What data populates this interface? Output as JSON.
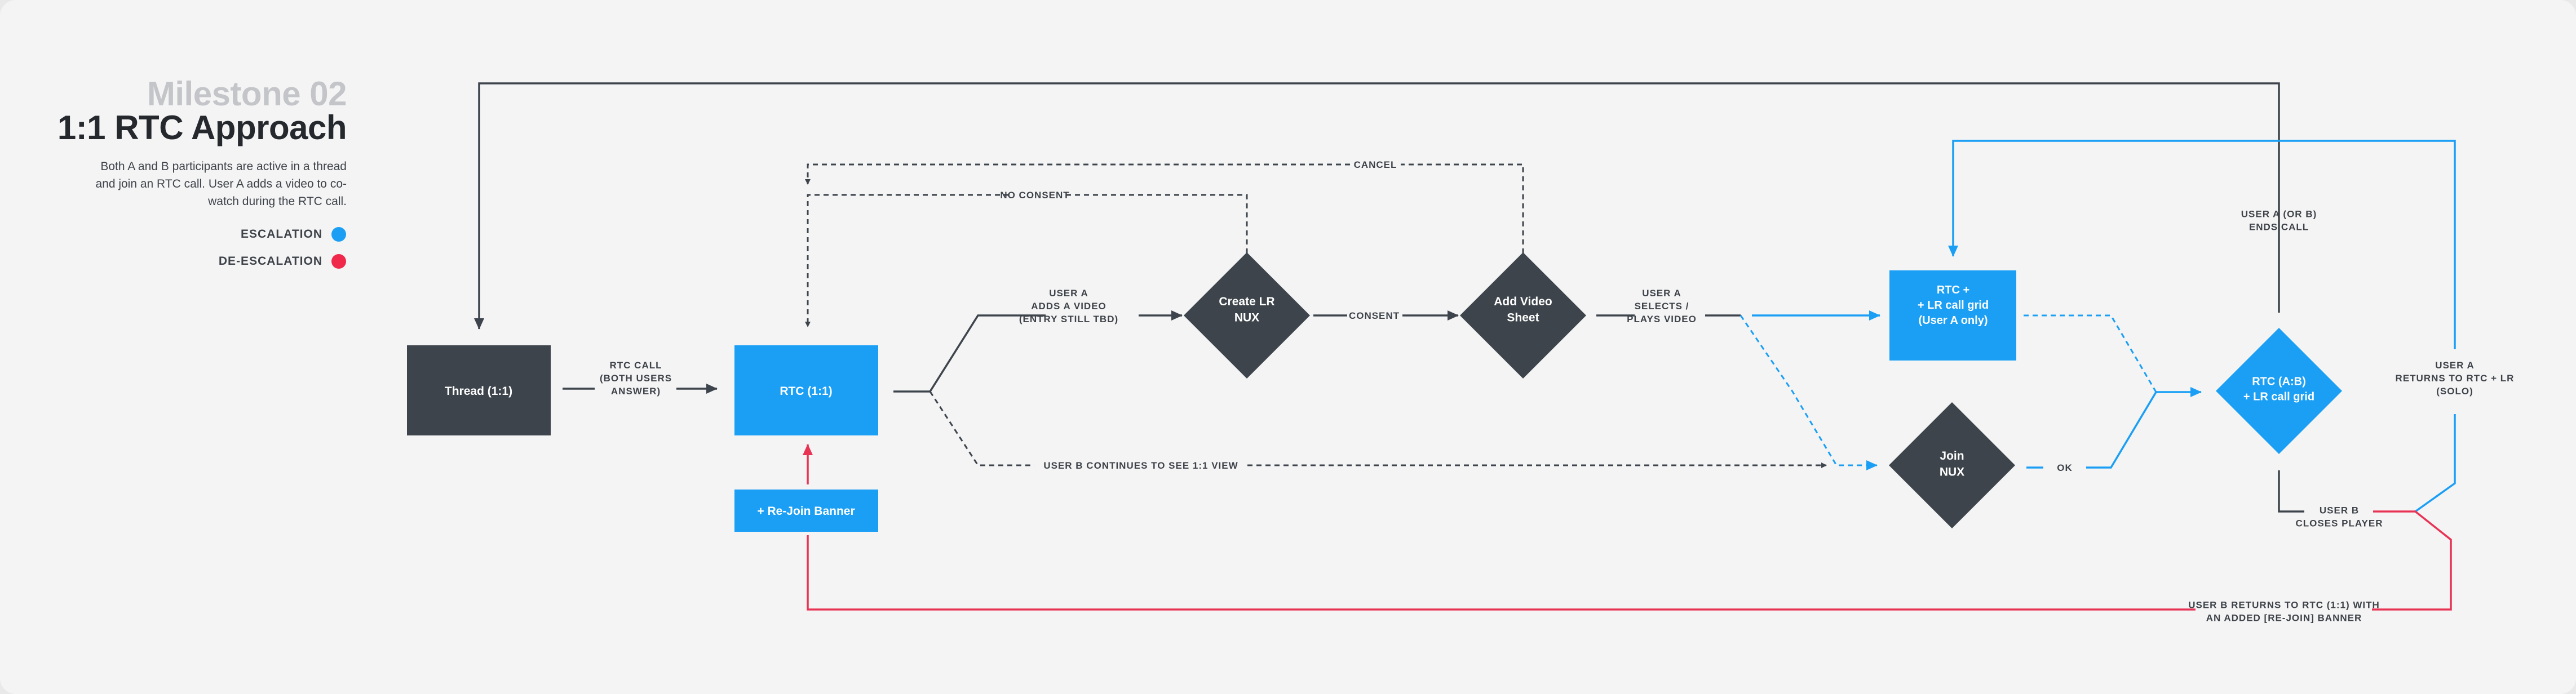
{
  "header": {
    "milestone": "Milestone 02",
    "title": "1:1 RTC Approach",
    "description": "Both A and B participants are active in a thread and join an RTC call. User A adds a video to co-watch during the RTC call."
  },
  "legend": [
    {
      "label": "ESCALATION",
      "color": "#1a9ff5"
    },
    {
      "label": "DE-ESCALATION",
      "color": "#f0284a"
    }
  ],
  "colors": {
    "dark_node": "#3d444b",
    "blue_node": "#1a9ff5",
    "red_line": "#e83355",
    "text": "#3e4349"
  },
  "nodes": {
    "thread": {
      "label": "Thread (1:1)"
    },
    "rtc": {
      "label": "RTC (1:1)"
    },
    "rejoin_banner": {
      "label": "+ Re-Join Banner"
    },
    "create_lr_nux": {
      "label": "Create LR\nNUX"
    },
    "add_video_sheet": {
      "label": "Add Video\nSheet"
    },
    "rtc_lr_grid": {
      "label": "RTC +\n+ LR call grid\n(User A only)"
    },
    "join_nux": {
      "label": "Join\nNUX"
    },
    "rtc_ab": {
      "label": "RTC (A:B)\n+ LR call grid"
    }
  },
  "edges": {
    "rtc_call": "RTC CALL\n(BOTH USERS\nANSWER)",
    "user_a_adds_video": "USER A\nADDS A VIDEO\n(ENTRY STILL TBD)",
    "consent": "CONSENT",
    "no_consent": "NO CONSENT",
    "cancel": "CANCEL",
    "user_a_selects": "USER A\nSELECTS /\nPLAYS VIDEO",
    "user_b_continues": "USER B CONTINUES TO SEE 1:1 VIEW",
    "ok": "OK",
    "user_a_or_b_ends": "USER A (OR B)\nENDS CALL",
    "user_a_returns": "USER A\nRETURNS TO RTC + LR\n(SOLO)",
    "user_b_closes": "USER B\nCLOSES PLAYER",
    "user_b_returns": "USER B RETURNS TO RTC (1:1) WITH\nAN ADDED [RE-JOIN] BANNER"
  }
}
